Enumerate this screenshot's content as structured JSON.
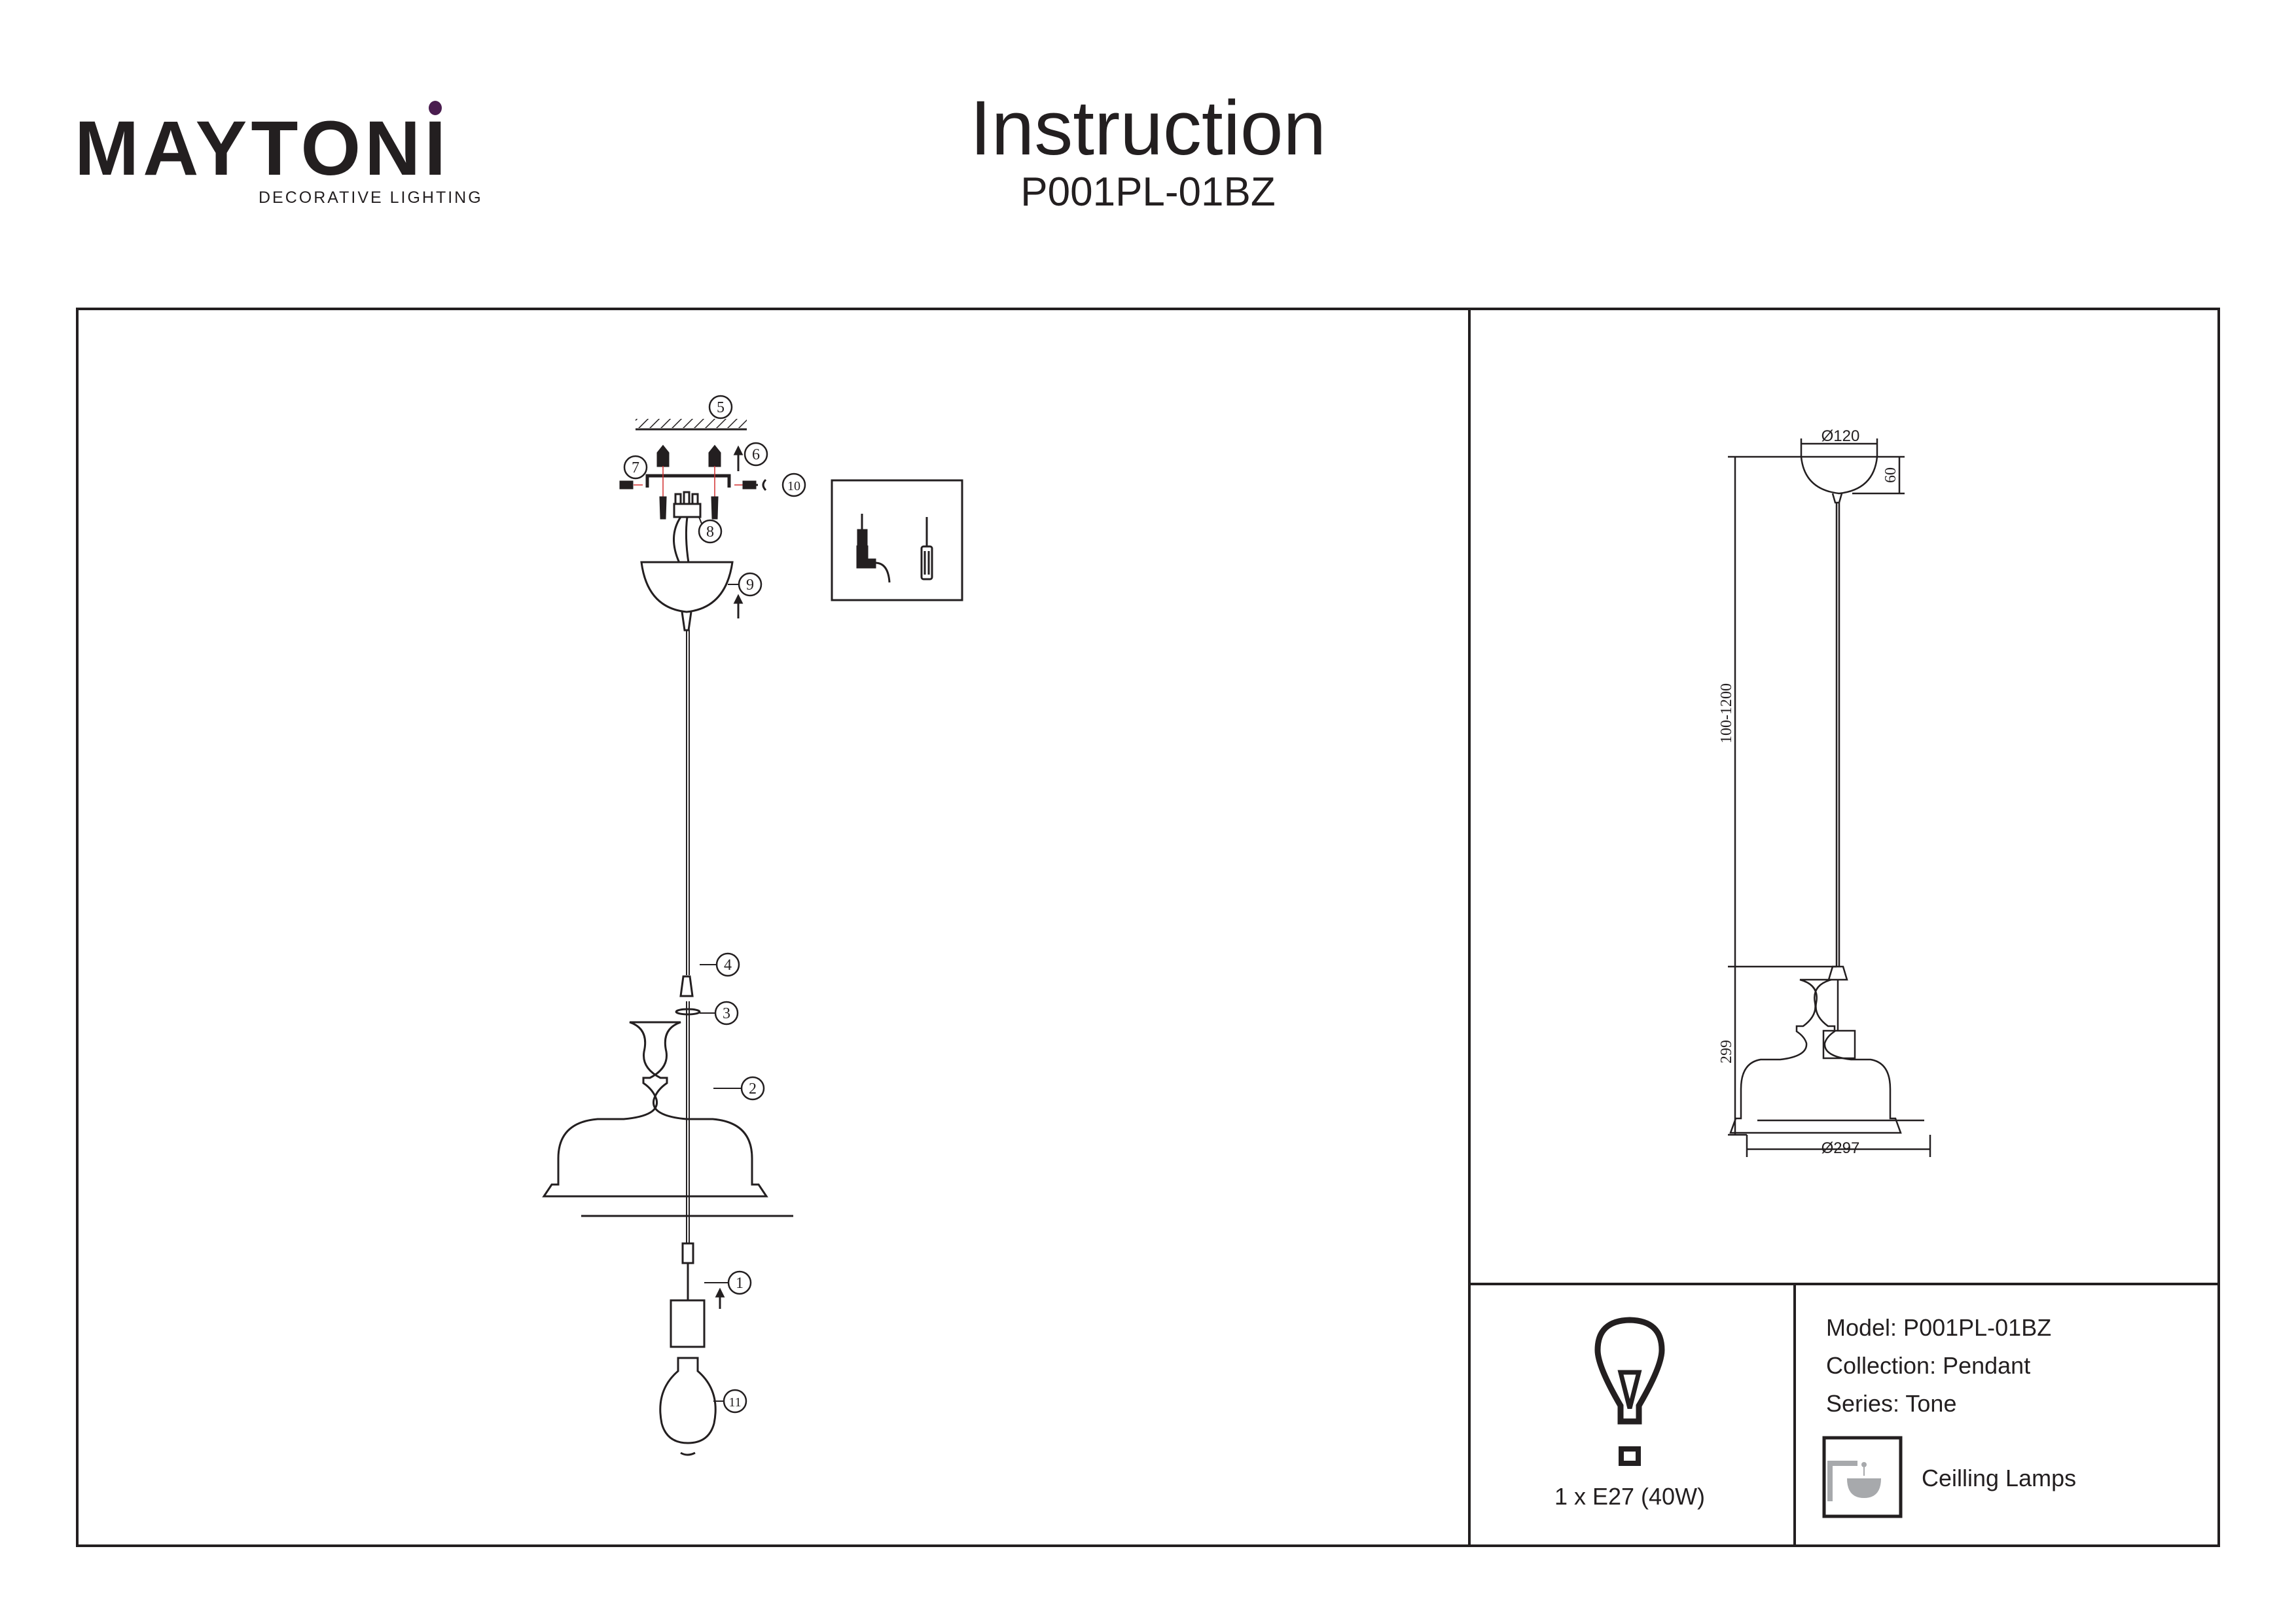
{
  "header": {
    "brand": "MAYTONI",
    "brand_tagline": "DECORATIVE LIGHTING",
    "title": "Instruction",
    "model_code": "P001PL-01BZ"
  },
  "colors": {
    "brand_accent": "#4a1d4f",
    "ink": "#231f20",
    "guide_red": "#d32f2f",
    "icon_gray": "#a7a9ac"
  },
  "assembly": {
    "callouts": [
      "1",
      "2",
      "3",
      "4",
      "5",
      "6",
      "7",
      "8",
      "9",
      "10",
      "11"
    ]
  },
  "dimensions": {
    "canopy_diameter": "Ø120",
    "canopy_height": "60",
    "cable_length": "100-1200",
    "shade_height": "299",
    "shade_diameter": "Ø297"
  },
  "specs": {
    "bulb": "1 x E27 (40W)",
    "model": "Model: P001PL-01BZ",
    "collection": "Collection: Pendant",
    "series": "Series: Tone",
    "lamp_type": "Ceilling Lamps"
  }
}
